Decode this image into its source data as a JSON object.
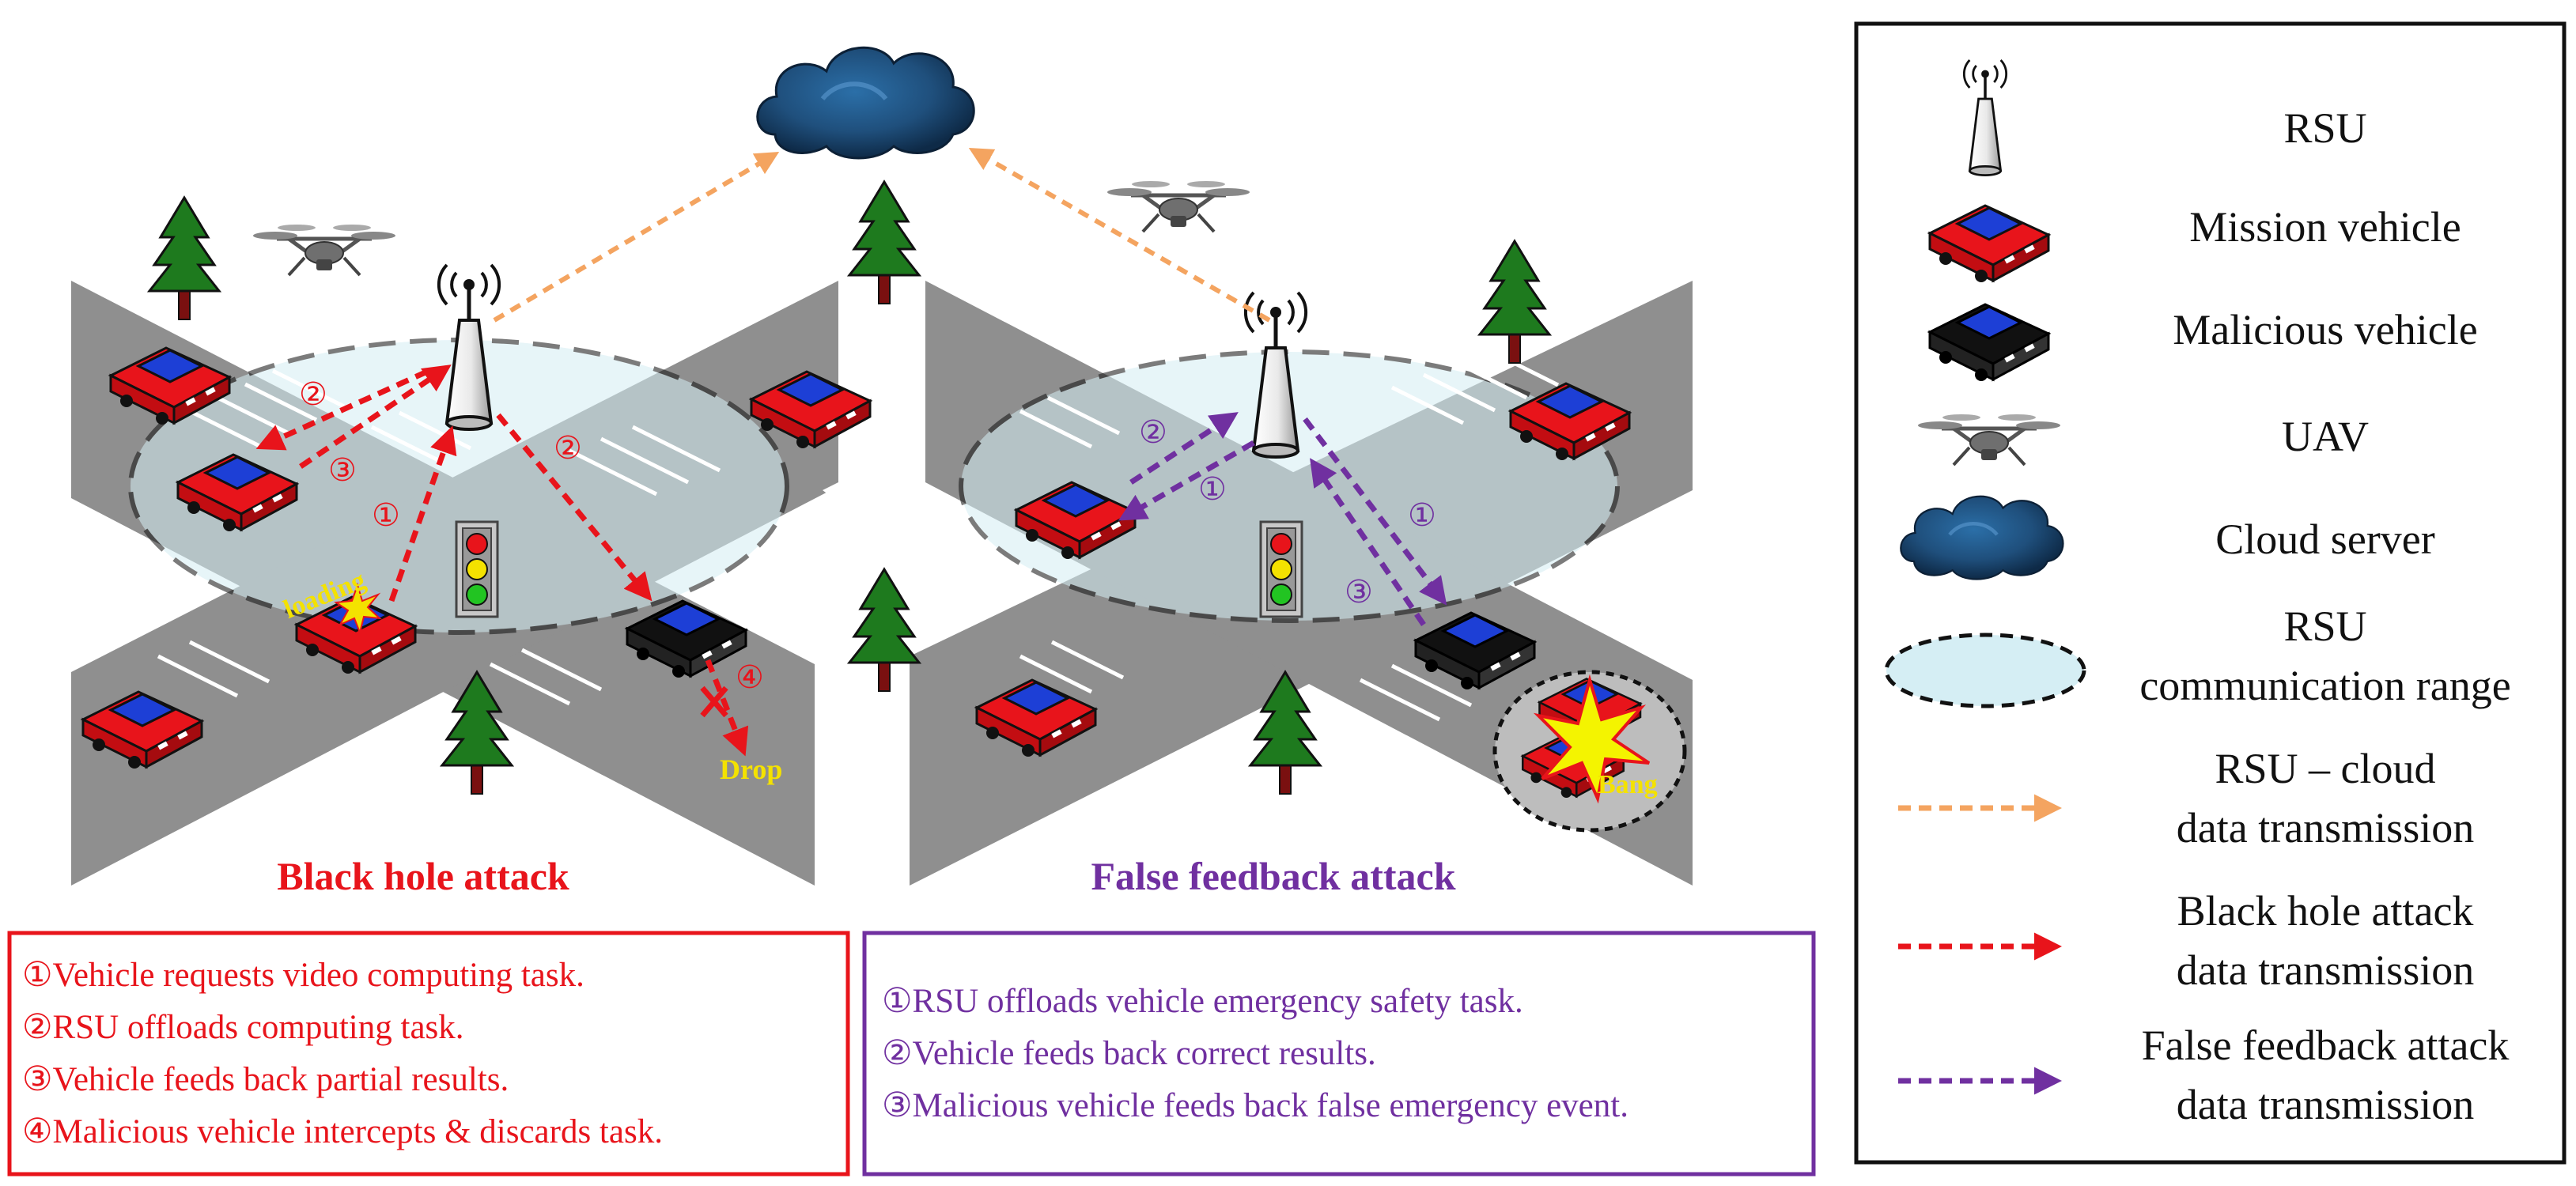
{
  "scenario": {
    "left_title": "Black hole attack",
    "right_title": "False feedback attack",
    "loading_label": "loading",
    "drop_label": "Drop",
    "bang_label": "Bang",
    "markers": {
      "left_one": "①",
      "left_two": "②",
      "left_two_b": "②",
      "left_three": "③",
      "left_four": "④",
      "right_one_a": "①",
      "right_one_b": "①",
      "right_two": "②",
      "right_three": "③"
    }
  },
  "black_hole_steps": [
    "①Vehicle requests video computing task.",
    "②RSU offloads computing task.",
    "③Vehicle feeds back partial results.",
    "④Malicious vehicle intercepts & discards task."
  ],
  "false_feedback_steps": [
    "①RSU offloads vehicle emergency safety task.",
    "②Vehicle feeds back correct results.",
    "③Malicious vehicle feeds back false emergency event."
  ],
  "legend": {
    "rsu": "RSU",
    "mission_vehicle": "Mission vehicle",
    "malicious_vehicle": "Malicious vehicle",
    "uav": "UAV",
    "cloud_server": "Cloud server",
    "range_line1": "RSU",
    "range_line2": "communication range",
    "cloud_tx_line1": "RSU – cloud",
    "cloud_tx_line2": "data transmission",
    "bh_tx_line1": "Black hole attack",
    "bh_tx_line2": "data transmission",
    "ff_tx_line1": "False feedback attack",
    "ff_tx_line2": "data transmission"
  },
  "icons": {
    "rsu": "rsu-tower-icon",
    "mission_vehicle": "red-car-icon",
    "malicious_vehicle": "black-car-icon",
    "uav": "drone-icon",
    "cloud": "cloud-icon",
    "traffic_light": "traffic-light-icon",
    "tree": "pine-tree-icon",
    "explosion": "explosion-icon"
  },
  "colors": {
    "black_hole": "#e8141b",
    "false_feedback": "#7030a0",
    "cloud_link": "#f4a460",
    "road": "#8f8f8f",
    "range_fill": "#d5eef4",
    "mission_car": "#e8141b",
    "malicious_car": "#111111"
  }
}
